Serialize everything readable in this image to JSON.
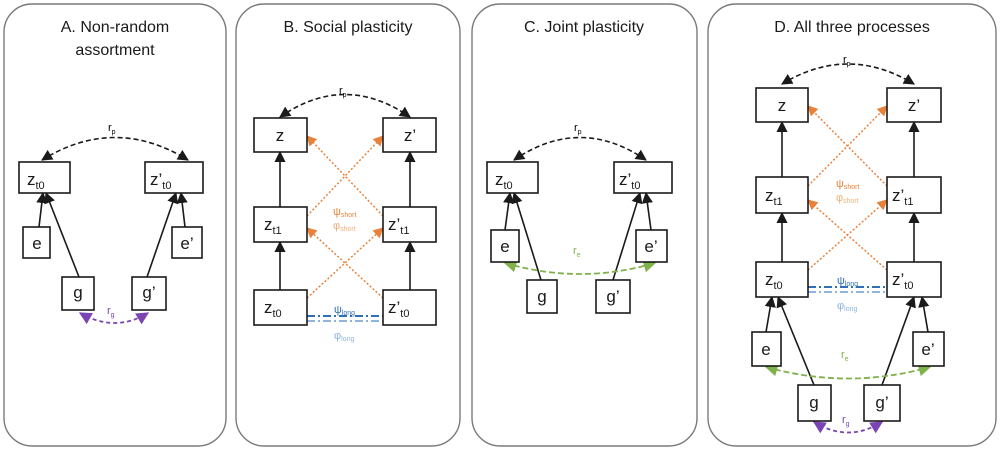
{
  "panels": [
    {
      "title": [
        "A. Non-random",
        "assortment"
      ]
    },
    {
      "title": [
        "B. Social plasticity"
      ]
    },
    {
      "title": [
        "C. Joint plasticity"
      ]
    },
    {
      "title": [
        "D. All three processes"
      ]
    }
  ],
  "nodes": {
    "z": {
      "main": "z",
      "sub": ""
    },
    "zp": {
      "main": "z’",
      "sub": ""
    },
    "z_t0": {
      "main": "z",
      "sub": "t0"
    },
    "zp_t0": {
      "main": "z’",
      "sub": "t0"
    },
    "z_t1": {
      "main": "z",
      "sub": "t1"
    },
    "zp_t1": {
      "main": "z’",
      "sub": "t1"
    },
    "e": {
      "main": "e",
      "sub": ""
    },
    "ep": {
      "main": "e’",
      "sub": ""
    },
    "g": {
      "main": "g",
      "sub": ""
    },
    "gp": {
      "main": "g’",
      "sub": ""
    }
  },
  "symbols": {
    "r": "r",
    "p": "p",
    "g": "g",
    "e": "e",
    "psi": "ψ",
    "phi": "φ",
    "short": "short",
    "long": "long"
  },
  "colors": {
    "black": "#1a1a1a",
    "orange": "#e8823a",
    "orange_light": "#f2b07a",
    "blue": "#2f6fb8",
    "blue_light": "#8fb5df",
    "green": "#7fb24a",
    "purple": "#7a44b5",
    "panel_border": "#7a7a7a"
  }
}
